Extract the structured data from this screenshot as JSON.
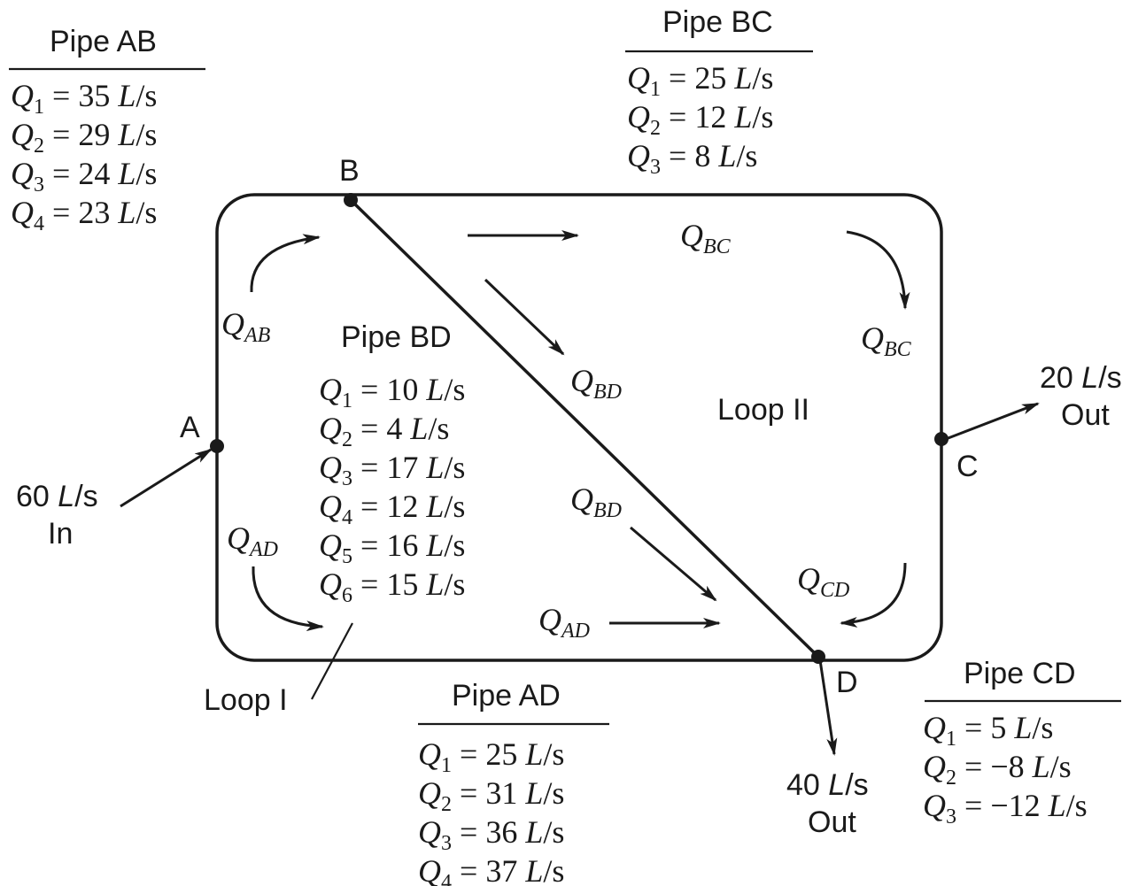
{
  "nodes": {
    "A": "A",
    "B": "B",
    "C": "C",
    "D": "D"
  },
  "loops": {
    "loop1": "Loop I",
    "loop2": "Loop II"
  },
  "external_flows": {
    "inflow_A": {
      "value": "60",
      "unit": "L",
      "per": "/s",
      "dir": "In"
    },
    "outflow_C": {
      "value": "20",
      "unit": "L",
      "per": "/s",
      "dir": "Out"
    },
    "outflow_D": {
      "value": "40",
      "unit": "L",
      "per": "/s",
      "dir": "Out"
    }
  },
  "flow_labels": {
    "q": "Q",
    "ab": "AB",
    "bc": "BC",
    "bd": "BD",
    "ad": "AD",
    "cd": "CD"
  },
  "pipes": {
    "AB": {
      "title": "Pipe AB",
      "rows": [
        {
          "sub": "1",
          "value": "35"
        },
        {
          "sub": "2",
          "value": "29"
        },
        {
          "sub": "3",
          "value": "24"
        },
        {
          "sub": "4",
          "value": "23"
        }
      ]
    },
    "BC": {
      "title": "Pipe BC",
      "rows": [
        {
          "sub": "1",
          "value": "25"
        },
        {
          "sub": "2",
          "value": "12"
        },
        {
          "sub": "3",
          "value": "8"
        }
      ]
    },
    "BD": {
      "title": "Pipe BD",
      "rows": [
        {
          "sub": "1",
          "value": "10"
        },
        {
          "sub": "2",
          "value": "4"
        },
        {
          "sub": "3",
          "value": "17"
        },
        {
          "sub": "4",
          "value": "12"
        },
        {
          "sub": "5",
          "value": "16"
        },
        {
          "sub": "6",
          "value": "15"
        }
      ]
    },
    "AD": {
      "title": "Pipe AD",
      "rows": [
        {
          "sub": "1",
          "value": "25"
        },
        {
          "sub": "2",
          "value": "31"
        },
        {
          "sub": "3",
          "value": "36"
        },
        {
          "sub": "4",
          "value": "37"
        }
      ]
    },
    "CD": {
      "title": "Pipe CD",
      "rows": [
        {
          "sub": "1",
          "value": "5"
        },
        {
          "sub": "2",
          "value": "−8"
        },
        {
          "sub": "3",
          "value": "−12"
        }
      ]
    }
  },
  "units": {
    "L": "L",
    "per_s": "/s"
  }
}
